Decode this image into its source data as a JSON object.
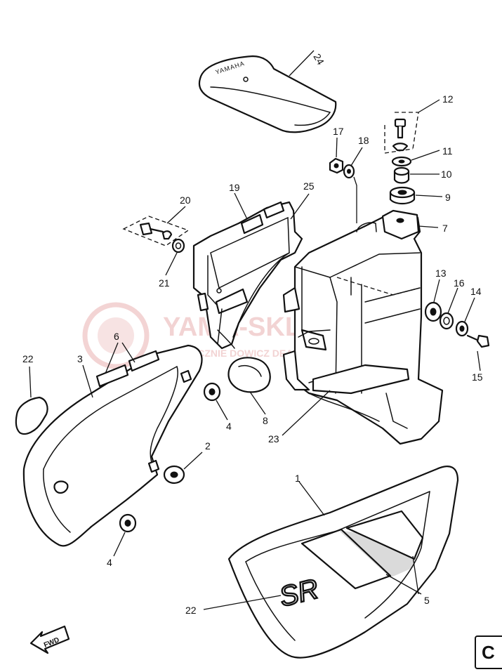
{
  "watermark": {
    "main": "YAMA-SKLEP.PL",
    "sub": "WYŁĄCZNIE DOWICZ DEALER YAMAHA"
  },
  "seat_brand": "YAMAHA",
  "cover_logo": "SR",
  "fwd_label": "FWD",
  "corner_box_label": "C",
  "labels": {
    "p1": "1",
    "p2": "2",
    "p3": "3",
    "p4a": "4",
    "p4b": "4",
    "p5": "5",
    "p6": "6",
    "p7": "7",
    "p8": "8",
    "p9": "9",
    "p10": "10",
    "p11": "11",
    "p12": "12",
    "p13": "13",
    "p14": "14",
    "p15": "15",
    "p16": "16",
    "p17": "17",
    "p18": "18",
    "p19": "19",
    "p20": "20",
    "p21": "21",
    "p22a": "22",
    "p22b": "22",
    "p23": "23",
    "p24": "24",
    "p25": "25"
  },
  "colors": {
    "line": "#111111",
    "watermark": "#e9b0b0"
  }
}
